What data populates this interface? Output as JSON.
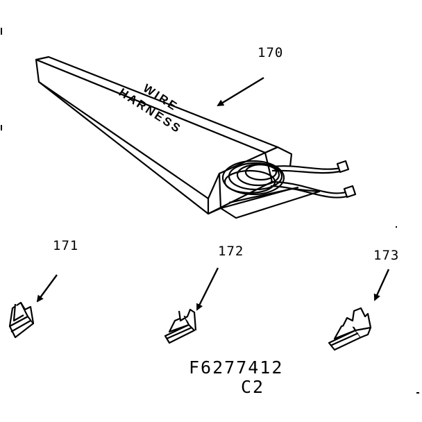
{
  "harness_box": {
    "line1": "WIRE",
    "line2": "HARNESS"
  },
  "callouts": {
    "part_170": "170",
    "part_171": "171",
    "part_172": "172",
    "part_173": "173"
  },
  "drawing_number": "F6277412",
  "revision": "C2"
}
